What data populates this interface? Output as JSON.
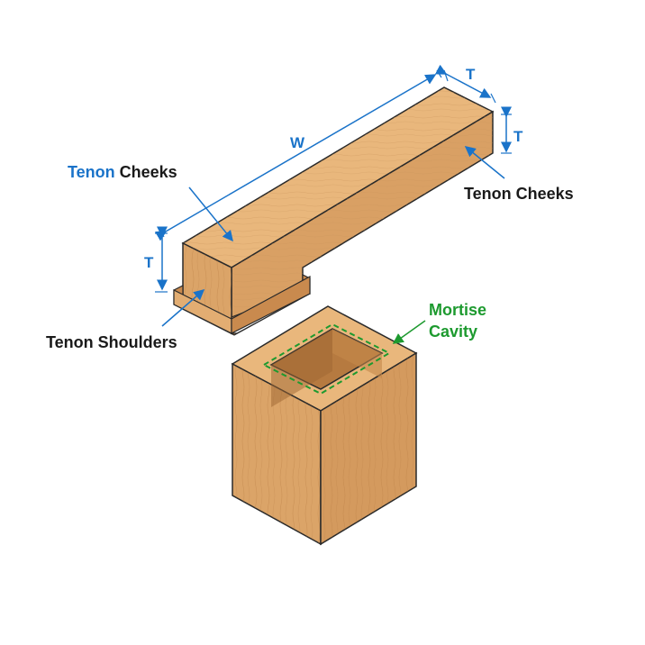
{
  "labels": {
    "tenon_cheeks_left_a": "Tenon",
    "tenon_cheeks_left_b": " Cheeks",
    "tenon_cheeks_right": "Tenon Cheeks",
    "tenon_shoulders": "Tenon Shoulders",
    "mortise_line1": "Mortise",
    "mortise_line2": "Cavity"
  },
  "dimensions": {
    "width": "W",
    "thickness_top": "T",
    "thickness_right": "T",
    "thickness_left": "T"
  },
  "colors": {
    "dimension_blue": "#1a73c9",
    "mortise_green": "#1d9a2f",
    "label_black": "#1a1a1a",
    "wood_light": "#e9b77c",
    "wood_mid": "#d9a064",
    "wood_dark": "#c98a4e",
    "outline": "#2a2a2a"
  }
}
